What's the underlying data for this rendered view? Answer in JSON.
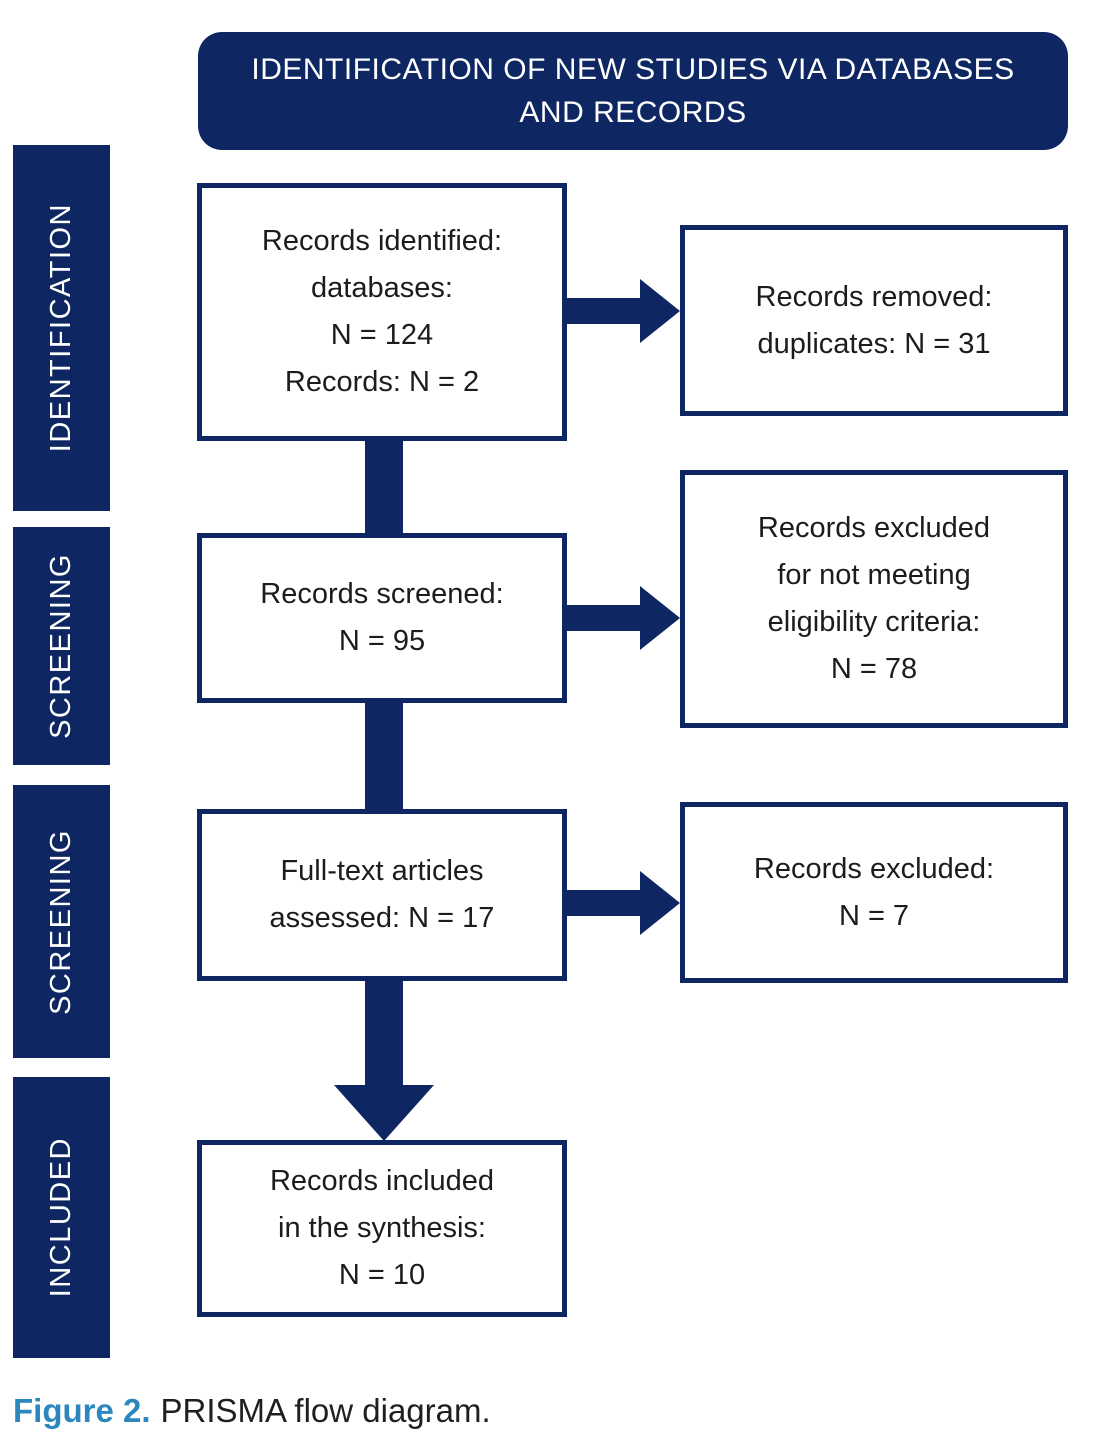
{
  "header": {
    "title": "IDENTIFICATION OF NEW STUDIES VIA DATABASES\nAND RECORDS"
  },
  "sidebar": {
    "stages": [
      {
        "label": "IDENTIFICATION"
      },
      {
        "label": "SCREENING"
      },
      {
        "label": "SCREENING"
      },
      {
        "label": "INCLUDED"
      }
    ]
  },
  "flow": {
    "main_boxes": [
      {
        "text": "Records identified:\ndatabases:\nN = 124\nRecords: N = 2"
      },
      {
        "text": "Records screened:\nN = 95"
      },
      {
        "text": "Full-text articles\nassessed: N = 17"
      },
      {
        "text": "Records included\nin the synthesis:\nN = 10"
      }
    ],
    "side_boxes": [
      {
        "text": "Records removed:\nduplicates: N = 31"
      },
      {
        "text": "Records excluded\nfor not meeting\neligibility criteria:\nN = 78"
      },
      {
        "text": "Records excluded:\nN = 7"
      }
    ]
  },
  "caption": {
    "label": "Figure 2.",
    "text": "PRISMA flow diagram."
  },
  "colors": {
    "navy": "#0e2763",
    "caption_blue": "#2b87bd",
    "ink": "#1c1c1c"
  }
}
